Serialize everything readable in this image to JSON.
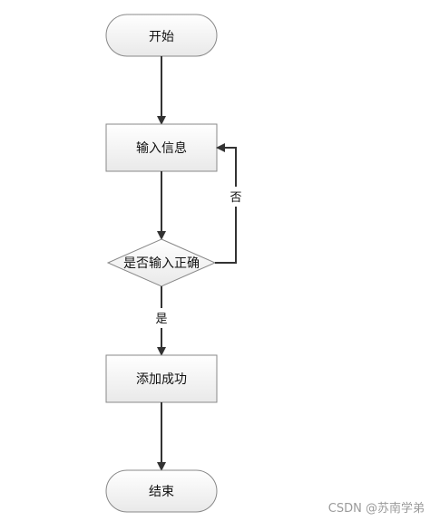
{
  "nodes": {
    "start": "开始",
    "input": "输入信息",
    "decision": "是否输入正确",
    "success": "添加成功",
    "end": "结束"
  },
  "edges": {
    "yes": "是",
    "no": "否"
  },
  "watermark": "CSDN @苏南学弟"
}
